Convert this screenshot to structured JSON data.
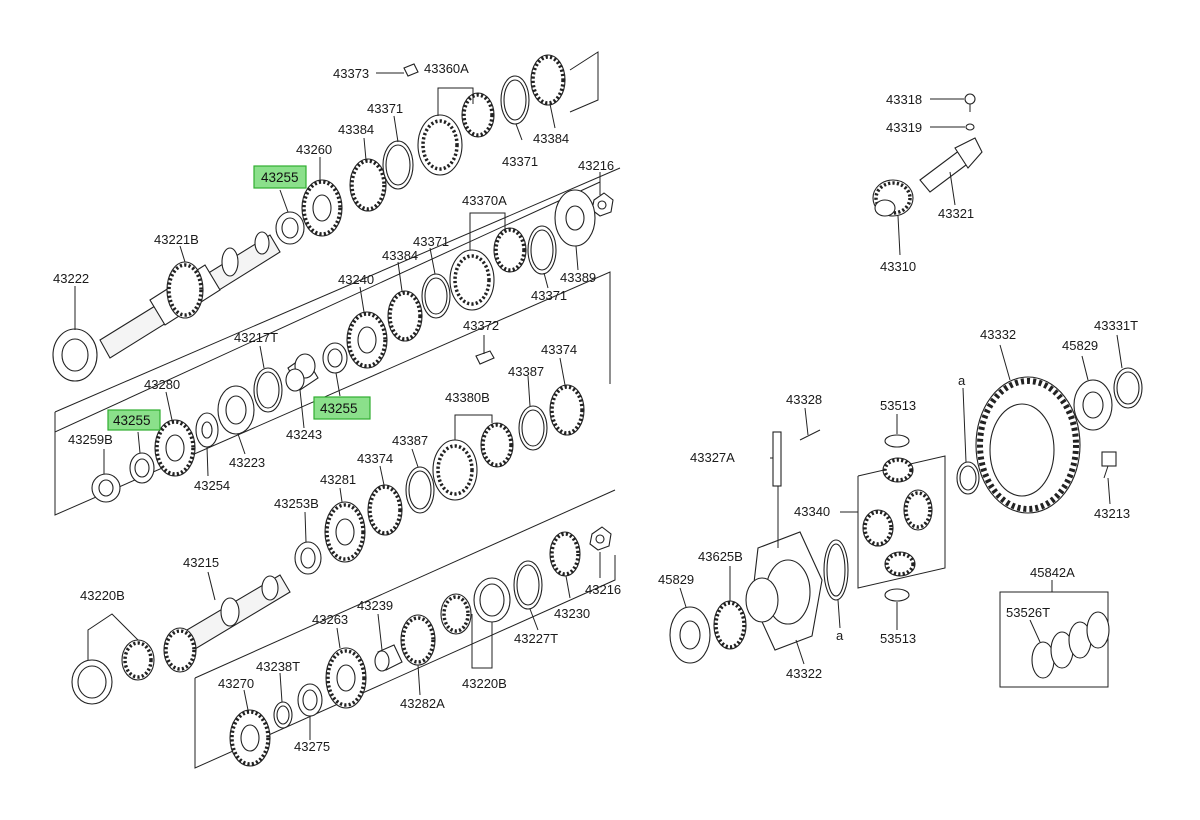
{
  "diagram": {
    "labels": {
      "l43373": "43373",
      "l43360A": "43360A",
      "l43371a": "43371",
      "l43384a": "43384",
      "l43260": "43260",
      "l43255a": "43255",
      "l43371b": "43371",
      "l43384b": "43384",
      "l43216a": "43216",
      "l43221B": "43221B",
      "l43222": "43222",
      "l43370A": "43370A",
      "l43371c": "43371",
      "l43384c": "43384",
      "l43240": "43240",
      "l43389": "43389",
      "l43371d": "43371",
      "l43372": "43372",
      "l43217T": "43217T",
      "l43280": "43280",
      "l43255b": "43255",
      "l43255c": "43255",
      "l43243": "43243",
      "l43259B": "43259B",
      "l43254": "43254",
      "l43223": "43223",
      "l43374a": "43374",
      "l43387a": "43387",
      "l43380B": "43380B",
      "l43387b": "43387",
      "l43374b": "43374",
      "l43281": "43281",
      "l43253B": "43253B",
      "l43215": "43215",
      "l43216b": "43216",
      "l43230": "43230",
      "l43227T": "43227T",
      "l43220Ba": "43220B",
      "l43220Bb": "43220B",
      "l43239": "43239",
      "l43263": "43263",
      "l43282A": "43282A",
      "l43238T": "43238T",
      "l43270": "43270",
      "l43275": "43275",
      "l43318": "43318",
      "l43319": "43319",
      "l43321": "43321",
      "l43310": "43310",
      "l43332": "43332",
      "l45829a": "45829",
      "l43331T": "43331T",
      "la1": "a",
      "l43328": "43328",
      "l53513a": "53513",
      "l43327A": "43327A",
      "l43340": "43340",
      "l43213": "43213",
      "l43625B": "43625B",
      "l45829b": "45829",
      "l43322": "43322",
      "la2": "a",
      "l53513b": "53513",
      "l45842A": "45842A",
      "l53526T": "53526T"
    },
    "highlight_color": "#8be08b"
  }
}
